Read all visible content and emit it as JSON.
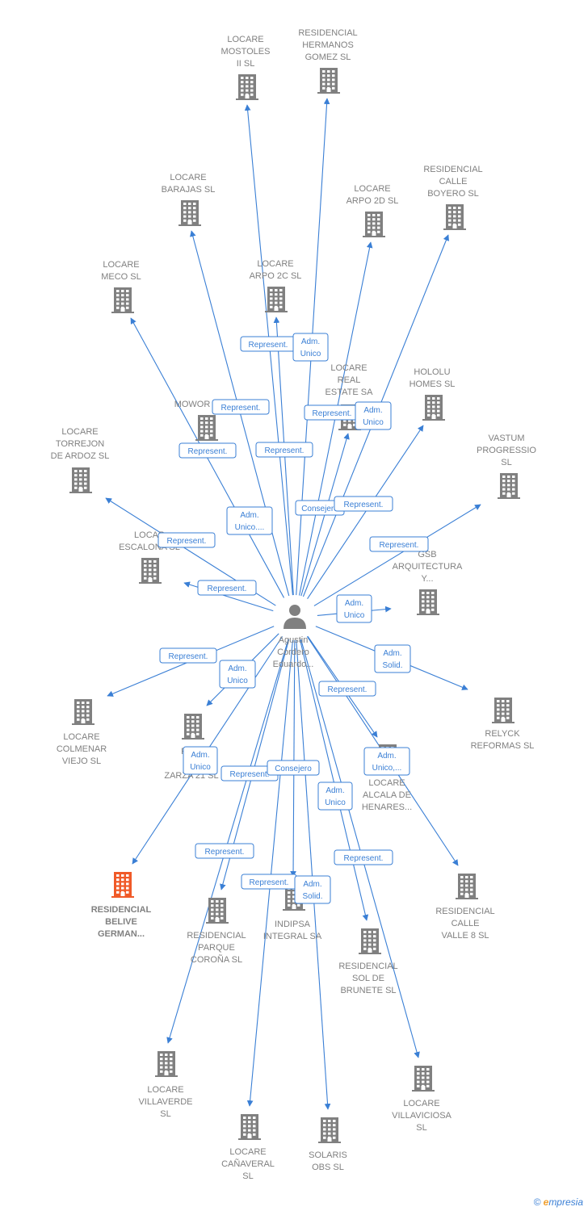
{
  "center": {
    "label_lines": [
      "Agustin",
      "Cordero",
      "Eduardo..."
    ],
    "icon": "person-icon"
  },
  "colors": {
    "edge": "#3a7fd5",
    "company": "#808080",
    "highlight": "#f05a28",
    "text": "#808080"
  },
  "nodes": [
    {
      "id": "mostoles",
      "label_lines": [
        "LOCARE",
        "MOSTOLES",
        "II  SL"
      ],
      "icon": "building-icon"
    },
    {
      "id": "hermanos",
      "label_lines": [
        "RESIDENCIAL",
        "HERMANOS",
        "GOMEZ  SL"
      ],
      "icon": "building-icon"
    },
    {
      "id": "barajas",
      "label_lines": [
        "LOCARE",
        "BARAJAS  SL"
      ],
      "icon": "building-icon"
    },
    {
      "id": "arpo2d",
      "label_lines": [
        "LOCARE",
        "ARPO 2D  SL"
      ],
      "icon": "building-icon"
    },
    {
      "id": "boyero",
      "label_lines": [
        "RESIDENCIAL",
        "CALLE",
        "BOYERO  SL"
      ],
      "icon": "building-icon"
    },
    {
      "id": "meco",
      "label_lines": [
        "LOCARE",
        "MECO  SL"
      ],
      "icon": "building-icon"
    },
    {
      "id": "arpo2c",
      "label_lines": [
        "LOCARE",
        "ARPO 2C  SL"
      ],
      "icon": "building-icon"
    },
    {
      "id": "realestate",
      "label_lines": [
        "LOCARE",
        "REAL",
        "ESTATE SA"
      ],
      "icon": "building-icon"
    },
    {
      "id": "hololu",
      "label_lines": [
        "HOLOLU",
        "HOMES  SL"
      ],
      "icon": "building-icon"
    },
    {
      "id": "mowork",
      "label_lines": [
        "MOWOR"
      ],
      "icon": "building-icon"
    },
    {
      "id": "torrejon",
      "label_lines": [
        "LOCARE",
        "TORREJON",
        "DE ARDOZ  SL"
      ],
      "icon": "building-icon"
    },
    {
      "id": "vastum",
      "label_lines": [
        "VASTUM",
        "PROGRESSIO",
        "SL"
      ],
      "icon": "building-icon"
    },
    {
      "id": "escalona",
      "label_lines": [
        "LOCAR",
        "ESCALONA  SL"
      ],
      "icon": "building-icon"
    },
    {
      "id": "gsb",
      "label_lines": [
        "GSB",
        "ARQUITECTURA",
        "Y..."
      ],
      "icon": "building-icon"
    },
    {
      "id": "colmenar",
      "label_lines": [
        "LOCARE",
        "COLMENAR",
        "VIEJO  SL"
      ],
      "icon": "building-icon"
    },
    {
      "id": "zarza",
      "label_lines": [
        "RESI",
        "C",
        "ZARZA 21  SL"
      ],
      "icon": "building-icon"
    },
    {
      "id": "relyck",
      "label_lines": [
        "RELYCK",
        "REFORMAS  SL"
      ],
      "icon": "building-icon"
    },
    {
      "id": "alcala",
      "label_lines": [
        "LOCARE",
        "ALCALA DE",
        "HENARES..."
      ],
      "icon": "building-icon"
    },
    {
      "id": "belive",
      "label_lines": [
        "RESIDENCIAL",
        "BELIVE",
        "GERMAN..."
      ],
      "icon": "building-icon",
      "highlight": true
    },
    {
      "id": "corona",
      "label_lines": [
        "RESIDENCIAL",
        "PARQUE",
        "COROÑA  SL"
      ],
      "icon": "building-icon"
    },
    {
      "id": "indipsa",
      "label_lines": [
        "INDIPSA",
        "INTEGRAL SA"
      ],
      "icon": "building-icon"
    },
    {
      "id": "valle8",
      "label_lines": [
        "RESIDENCIAL",
        "CALLE",
        "VALLE 8  SL"
      ],
      "icon": "building-icon"
    },
    {
      "id": "brunete",
      "label_lines": [
        "RESIDENCIAL",
        "SOL DE",
        "BRUNETE  SL"
      ],
      "icon": "building-icon"
    },
    {
      "id": "villaverde",
      "label_lines": [
        "LOCARE",
        "VILLAVERDE",
        "SL"
      ],
      "icon": "building-icon"
    },
    {
      "id": "villaviciosa",
      "label_lines": [
        "LOCARE",
        "VILLAVICIOSA",
        "SL"
      ],
      "icon": "building-icon"
    },
    {
      "id": "canaveral",
      "label_lines": [
        "LOCARE",
        "CAÑAVERAL",
        "SL"
      ],
      "icon": "building-icon"
    },
    {
      "id": "solaris",
      "label_lines": [
        "SOLARIS",
        "OBS  SL"
      ],
      "icon": "building-icon"
    }
  ],
  "edge_labels": [
    {
      "lines": [
        "Represent."
      ]
    },
    {
      "lines": [
        "Adm.",
        "Unico"
      ]
    },
    {
      "lines": [
        "Represent."
      ]
    },
    {
      "lines": [
        "Represent."
      ]
    },
    {
      "lines": [
        "Adm.",
        "Unico"
      ]
    },
    {
      "lines": [
        "Represent."
      ]
    },
    {
      "lines": [
        "Represent."
      ]
    },
    {
      "lines": [
        "Adm.",
        "Unico...."
      ]
    },
    {
      "lines": [
        "Consejero"
      ]
    },
    {
      "lines": [
        "Represent."
      ]
    },
    {
      "lines": [
        "Represent."
      ]
    },
    {
      "lines": [
        "Represent."
      ]
    },
    {
      "lines": [
        "Represent."
      ]
    },
    {
      "lines": [
        "Adm.",
        "Unico"
      ]
    },
    {
      "lines": [
        "Adm.",
        "Solid."
      ]
    },
    {
      "lines": [
        "Represent."
      ]
    },
    {
      "lines": [
        "Adm.",
        "Unico"
      ]
    },
    {
      "lines": [
        "Represent."
      ]
    },
    {
      "lines": [
        "Adm.",
        "Unico"
      ]
    },
    {
      "lines": [
        "Represent."
      ]
    },
    {
      "lines": [
        "Consejero"
      ]
    },
    {
      "lines": [
        "Adm.",
        "Unico,..."
      ]
    },
    {
      "lines": [
        "Adm.",
        "Unico"
      ]
    },
    {
      "lines": [
        "Represent."
      ]
    },
    {
      "lines": [
        "Represent."
      ]
    },
    {
      "lines": [
        "Represent."
      ]
    },
    {
      "lines": [
        "Adm.",
        "Solid."
      ]
    }
  ],
  "footer": {
    "copyright": "©",
    "brand_initial": "e",
    "brand_rest": "mpresia"
  }
}
